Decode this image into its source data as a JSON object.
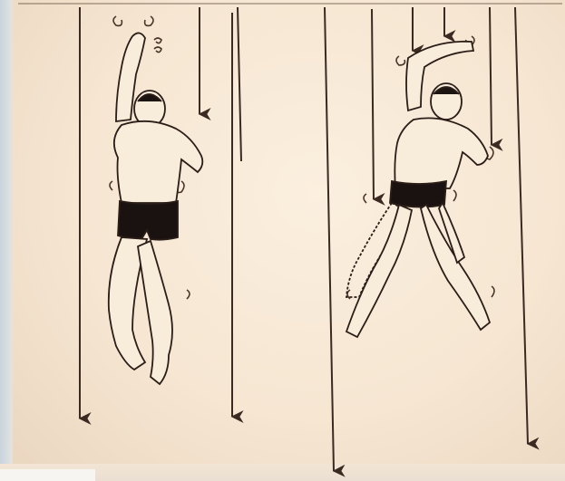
{
  "image": {
    "subject": "swimmer-illustration",
    "panels": [
      {
        "figure": "swimmer-left"
      },
      {
        "figure": "swimmer-right"
      }
    ]
  }
}
